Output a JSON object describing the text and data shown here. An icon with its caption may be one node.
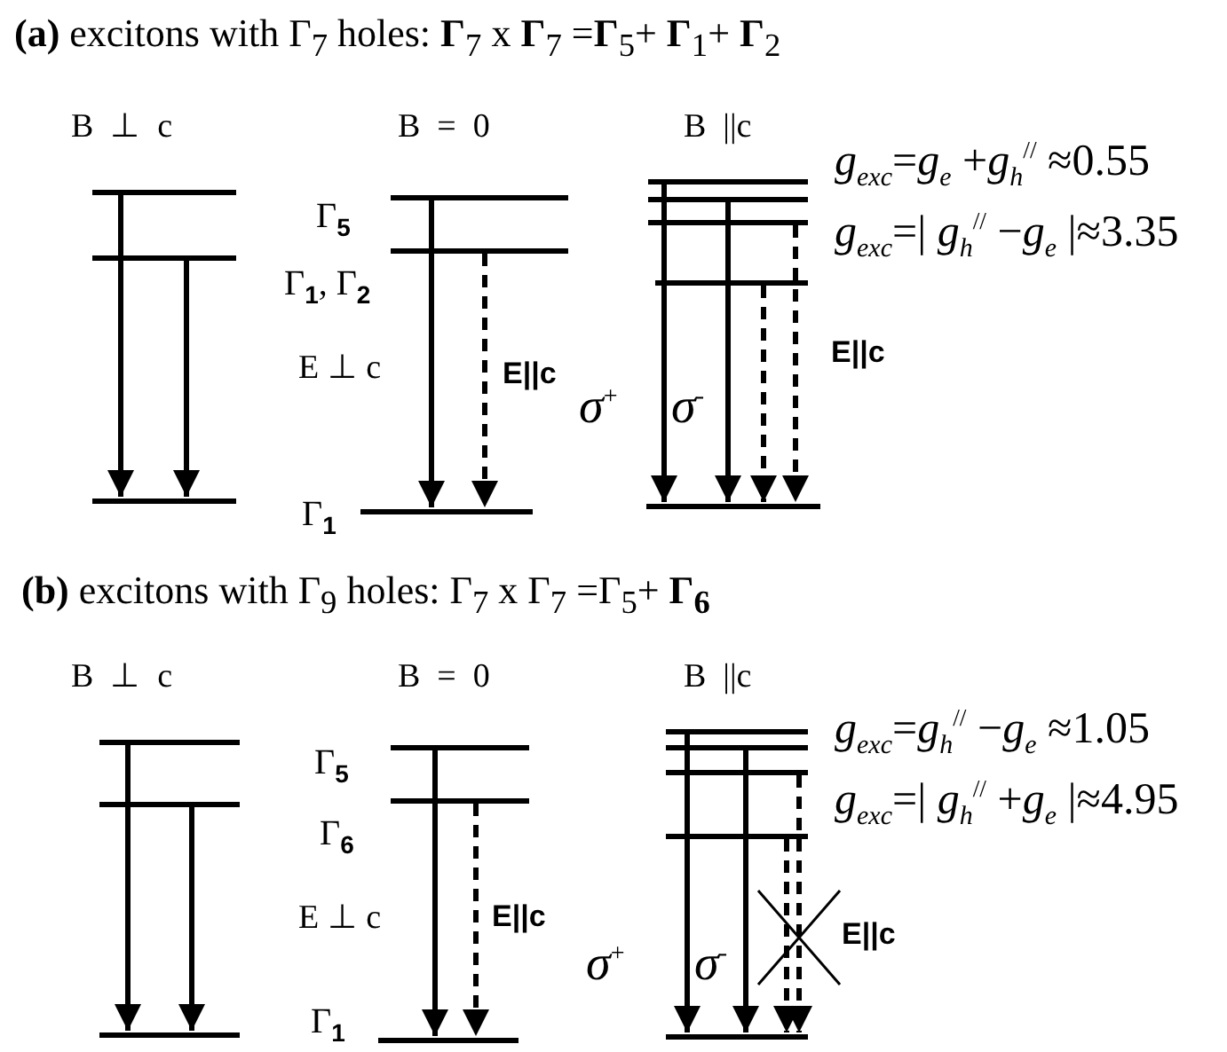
{
  "diagram": {
    "nodes": [
      {
        "text": [],
        "shape": "bar"
      },
      {
        "text": [],
        "shape": "bar"
      },
      {
        "text": [],
        "shape": "bar"
      },
      {
        "text": [],
        "shape": "bar",
        "beside": [
          "Γ$_{5}$"
        ]
      },
      {
        "text": [],
        "shape": "bar",
        "beside": [
          "Γ$_{1}$, Γ$_{2}$"
        ]
      },
      {
        "text": [],
        "shape": "bar",
        "beside": [
          "Γ$_{1}$"
        ]
      },
      {
        "text": [],
        "shape": "bar"
      },
      {
        "text": [],
        "shape": "bar"
      },
      {
        "text": [],
        "shape": "bar"
      },
      {
        "text": [],
        "shape": "bar"
      },
      {
        "text": [],
        "shape": "bar"
      },
      {
        "text": [],
        "shape": "bar"
      },
      {
        "text": [],
        "shape": "bar"
      },
      {
        "text": [],
        "shape": "bar"
      },
      {
        "text": [],
        "shape": "bar",
        "beside": [
          "Γ$_{5}$"
        ]
      },
      {
        "text": [],
        "shape": "bar",
        "beside": [
          "Γ$_{6}$"
        ]
      },
      {
        "text": [],
        "shape": "bar",
        "beside": [
          "Γ$_{1}$"
        ]
      },
      {
        "text": [],
        "shape": "bar"
      },
      {
        "text": [],
        "shape": "bar"
      },
      {
        "text": [],
        "shape": "bar"
      },
      {
        "text": [],
        "shape": "bar"
      },
      {
        "text": [],
        "shape": "bar"
      }
    ],
    "edges": [
      {
        "from": 0,
        "to": 2,
        "arrow": "to"
      },
      {
        "from": 1,
        "to": 2,
        "arrow": "to"
      },
      {
        "from": 3,
        "to": 5,
        "arrow": "to"
      },
      {
        "from": 4,
        "to": 5,
        "arrow": "to",
        "style": "dashed"
      },
      {
        "from": 6,
        "to": 10,
        "arrow": "to"
      },
      {
        "from": 7,
        "to": 10,
        "arrow": "to"
      },
      {
        "from": 9,
        "to": 10,
        "arrow": "to",
        "style": "dashed"
      },
      {
        "from": 8,
        "to": 10,
        "arrow": "to",
        "style": "dashed"
      },
      {
        "from": 11,
        "to": 13,
        "arrow": "to"
      },
      {
        "from": 12,
        "to": 13,
        "arrow": "to"
      },
      {
        "from": 14,
        "to": 16,
        "arrow": "to"
      },
      {
        "from": 15,
        "to": 16,
        "arrow": "to",
        "style": "dashed"
      },
      {
        "from": 17,
        "to": 21,
        "arrow": "to"
      },
      {
        "from": 18,
        "to": 21,
        "arrow": "to"
      },
      {
        "from": 20,
        "to": 21,
        "arrow": "to",
        "style": "dashed"
      },
      {
        "from": 19,
        "to": 21,
        "arrow": "to",
        "style": "dashed"
      }
    ],
    "labels": [
      "**(a)** excitons with Γ$_{7}$ holes:   **Γ**$_{7}$ x **Γ**$_{7}$ =**Γ**$_{5}$+ **Γ**$_{1}$+ **Γ**$_{2}$",
      "B  ⊥  c",
      "B  =  0",
      "B  ||c",
      "*g*$_{exc}$=*g*$_{e}$ +*g*$_{h}$$^{//}$ ≈0.55",
      "*g*$_{exc}$=| *g*$_{h}$$^{//}$ −*g*$_{e}$ |≈3.35",
      "E ⊥ c",
      "E||c",
      "σ$^{+}$",
      "σ$^{-}$",
      "E||c",
      "**(b)** excitons with Γ$_{9}$ holes:   Γ$_{7}$ x Γ$_{7}$ =Γ$_{5}$+ **Γ$_{6}$**",
      "B  ⊥  c",
      "B  =  0",
      "B  ||c",
      "*g*$_{exc}$=*g*$_{h}$$^{//}$ −*g*$_{e}$ ≈1.05",
      "*g*$_{exc}$=| *g*$_{h}$$^{//}$ +*g*$_{e}$ |≈4.95",
      "E ⊥ c",
      "E||c",
      "σ$^{+}$",
      "σ$^{-}$",
      "E||c"
    ]
  }
}
